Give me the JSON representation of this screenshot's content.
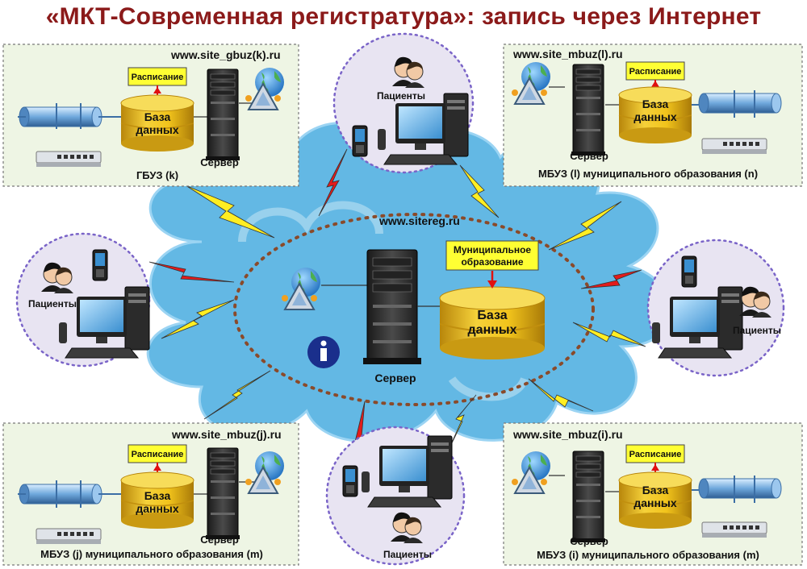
{
  "title": "«МКТ-Современная регистратура»: запись через Интернет",
  "center": {
    "site": "www.sitereg.ru",
    "municipal_label_1": "Муниципальное",
    "municipal_label_2": "образование",
    "db_label_1": "База",
    "db_label_2": "данных",
    "server_label": "Сервер"
  },
  "institutions": {
    "top_left": {
      "site": "www.site_gbuz(k).ru",
      "schedule": "Расписание",
      "db_1": "База",
      "db_2": "данных",
      "server": "Сервер",
      "name": "ГБУЗ (k)"
    },
    "top_right": {
      "site": "www.site_mbuz(l).ru",
      "schedule": "Расписание",
      "db_1": "База",
      "db_2": "данных",
      "server": "Сервер",
      "name": "МБУЗ (l) муниципального образования (n)"
    },
    "bottom_left": {
      "site": "www.site_mbuz(j).ru",
      "schedule": "Расписание",
      "db_1": "База",
      "db_2": "данных",
      "server": "Сервер",
      "name": "МБУЗ (j) муниципального образования (m)"
    },
    "bottom_right": {
      "site": "www.site_mbuz(i).ru",
      "schedule": "Расписание",
      "db_1": "База",
      "db_2": "данных",
      "server": "Сервер",
      "name": "МБУЗ (i) муниципального образования (m)"
    }
  },
  "patients": {
    "top": "Пациенты",
    "left": "Пациенты",
    "right": "Пациенты",
    "bottom": "Пациенты"
  },
  "colors": {
    "title": "#8b1a1a",
    "cloud": "#63b8e4",
    "db_gold": "#e8b820",
    "schedule_bg": "#ffff33",
    "arrow": "#e01010",
    "patient_circle": "#e8e4f2",
    "box_bg": "#eef5e4"
  }
}
